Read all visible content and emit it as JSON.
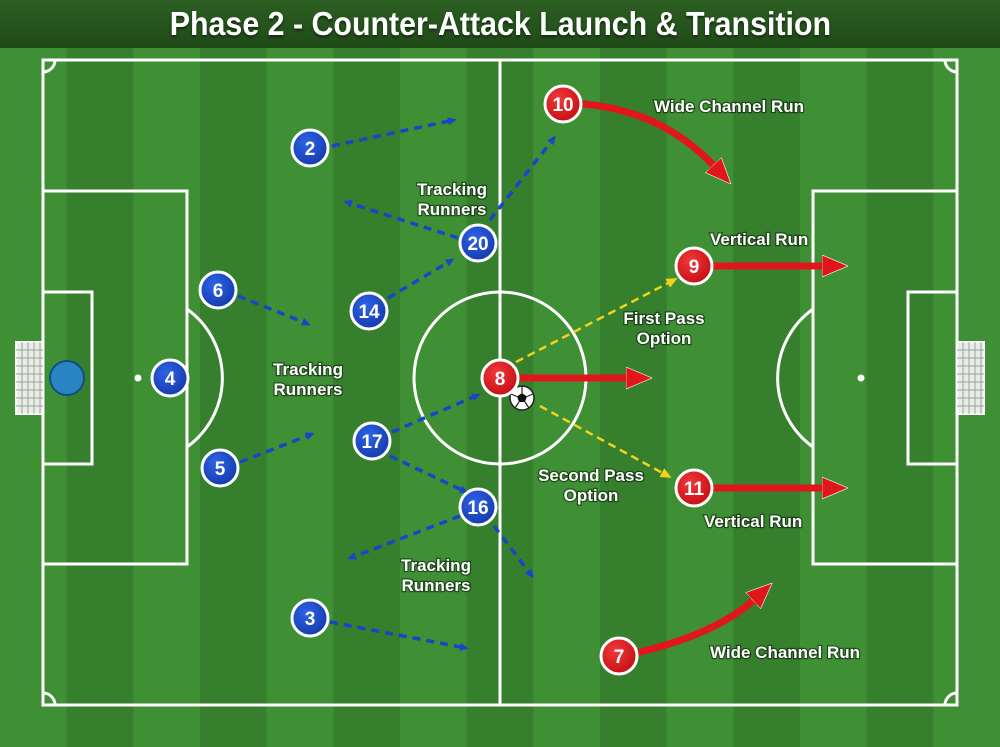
{
  "title": "Phase 2 - Counter-Attack Launch & Transition",
  "colors": {
    "blue_team": "#1846c9",
    "red_team": "#e0161b",
    "pass_option": "#f2d21b",
    "goalkeeper": "#2a84c4",
    "pitch_light": "#3f8f35",
    "pitch_dark": "#357f2d"
  },
  "blue_players": [
    "2",
    "20",
    "6",
    "14",
    "4",
    "17",
    "5",
    "16",
    "3"
  ],
  "red_players": [
    "10",
    "9",
    "8",
    "11",
    "7"
  ],
  "labels": {
    "wide_run_top": "Wide Channel Run",
    "wide_run_bottom": "Wide Channel Run",
    "vertical_run_top": "Vertical Run",
    "vertical_run_bottom": "Vertical Run",
    "tracking_top": [
      "Tracking",
      "Runners"
    ],
    "tracking_mid": [
      "Tracking",
      "Runners"
    ],
    "tracking_bottom": [
      "Tracking",
      "Runners"
    ],
    "first_pass": [
      "First Pass",
      "Option"
    ],
    "second_pass": [
      "Second Pass",
      "Option"
    ]
  }
}
